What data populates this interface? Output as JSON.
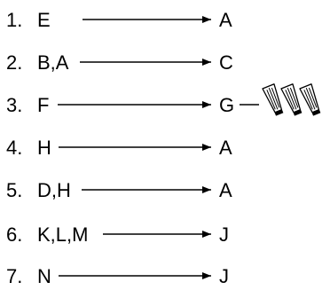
{
  "connections": [
    {
      "number": "1.",
      "from": "E",
      "to": "A"
    },
    {
      "number": "2.",
      "from": "B,A",
      "to": "C"
    },
    {
      "number": "3.",
      "from": "F",
      "to": "G",
      "connector_icon": "wire-nut-icon",
      "connector_count": 3
    },
    {
      "number": "4.",
      "from": "H",
      "to": "A"
    },
    {
      "number": "5.",
      "from": "D,H",
      "to": "A"
    },
    {
      "number": "6.",
      "from": "K,L,M",
      "to": "J"
    },
    {
      "number": "7.",
      "from": "N",
      "to": "J"
    }
  ],
  "colors": {
    "ink": "#000000",
    "background": "#ffffff"
  }
}
